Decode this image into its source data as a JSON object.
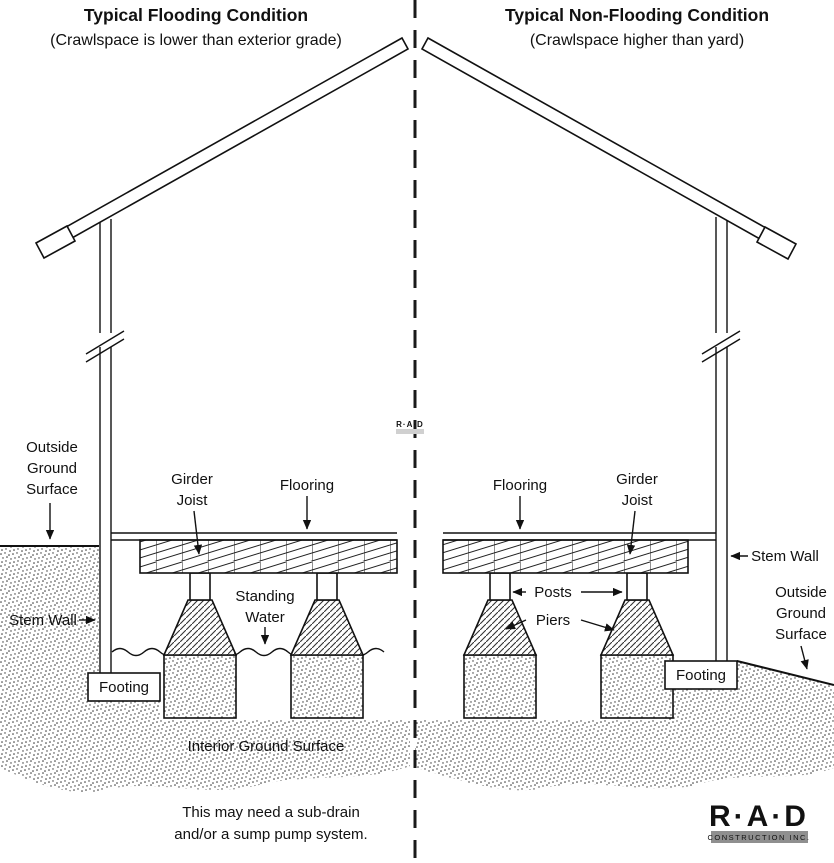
{
  "header": {
    "left_title": "Typical Flooding Condition",
    "left_subtitle": "(Crawlspace is lower than exterior grade)",
    "right_title": "Typical Non-Flooding Condition",
    "right_subtitle": "(Crawlspace higher than yard)"
  },
  "left": {
    "outside_ground": [
      "Outside",
      "Ground",
      "Surface"
    ],
    "girder_joist": [
      "Girder",
      "Joist"
    ],
    "flooring": "Flooring",
    "standing_water": [
      "Standing",
      "Water"
    ],
    "stem_wall": "Stem Wall",
    "footing": "Footing",
    "interior_ground": "Interior Ground Surface",
    "note": [
      "This may need a sub-drain",
      "and/or a sump pump system."
    ]
  },
  "right": {
    "flooring": "Flooring",
    "girder_joist": [
      "Girder",
      "Joist"
    ],
    "posts": "Posts",
    "piers": "Piers",
    "stem_wall": "Stem Wall",
    "outside_ground": [
      "Outside",
      "Ground",
      "Surface"
    ],
    "footing": "Footing"
  },
  "branding": {
    "logo_text": "R·A·D",
    "logo_subtext": "CONSTRUCTION INC.",
    "watermark_text": "R·A·D",
    "logo_color": "#9a9a9a"
  }
}
